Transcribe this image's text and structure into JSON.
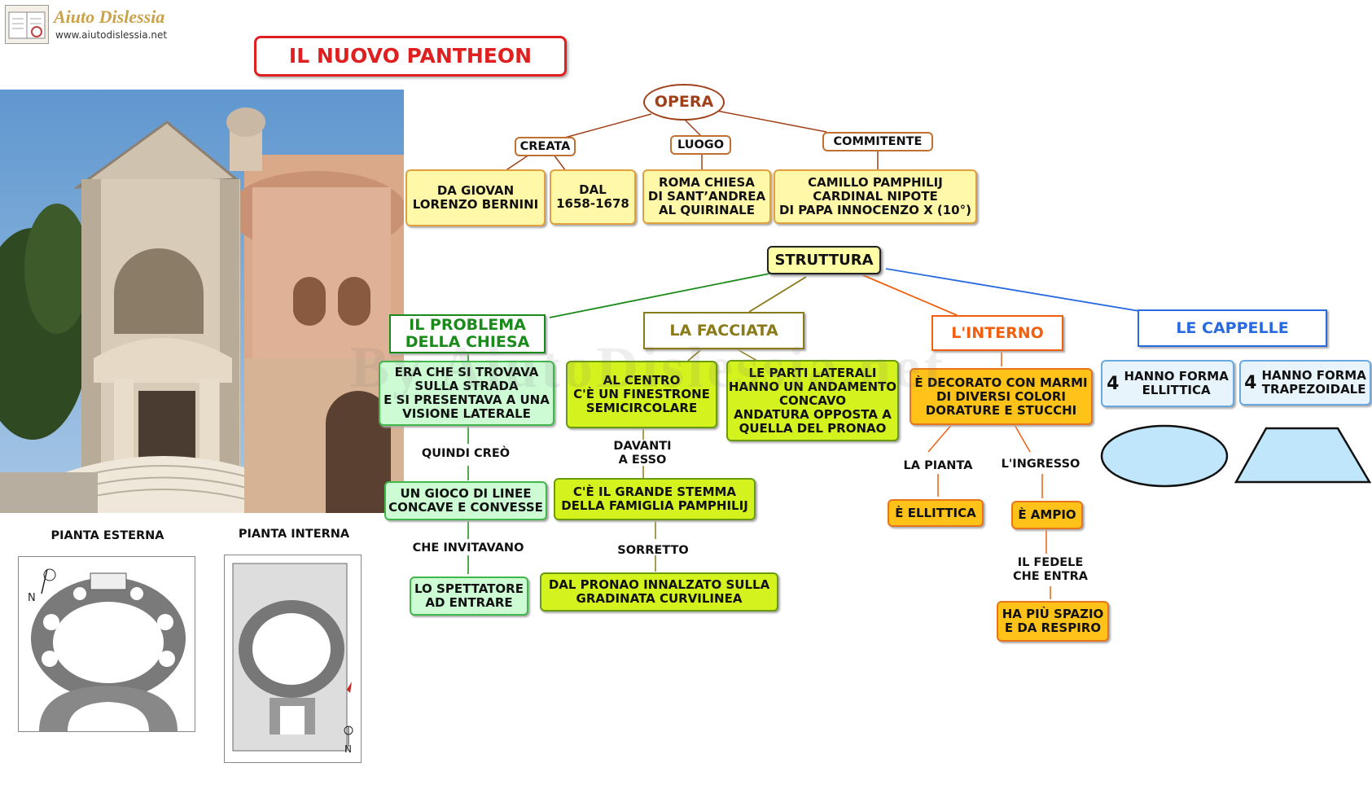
{
  "logo": {
    "name": "Aiuto Dislessia",
    "url": "www.aiutodislessia.net"
  },
  "title": "IL NUOVO PANTHEON",
  "watermark": "By AiutoDislessia.net",
  "plans": {
    "external_label": "PIANTA ESTERNA",
    "internal_label": "PIANTA INTERNA",
    "north": "N"
  },
  "opera": {
    "label": "OPERA",
    "creata": {
      "label": "CREATA",
      "author": "DA GIOVAN\nLORENZO BERNINI",
      "date": "DAL\n1658-1678"
    },
    "luogo": {
      "label": "LUOGO",
      "value": "ROMA CHIESA\nDI SANT’ANDREA\nAL QUIRINALE"
    },
    "committente": {
      "label": "COMMITENTE",
      "value": "CAMILLO PAMPHILIJ\nCARDINAL NIPOTE\nDI PAPA INNOCENZO X (10°)"
    }
  },
  "struttura": {
    "label": "STRUTTURA",
    "problema": {
      "title": "IL PROBLEMA\nDELLA CHIESA",
      "text1": "ERA CHE SI TROVAVA\nSULLA STRADA\nE SI PRESENTAVA A UNA\nVISIONE LATERALE",
      "link1": "QUINDI CREÒ",
      "text2": "UN GIOCO DI LINEE\nCONCAVE E CONVESSE",
      "link2": "CHE INVITAVANO",
      "text3": "LO SPETTATORE\nAD ENTRARE"
    },
    "facciata": {
      "title": "LA FACCIATA",
      "center": "AL CENTRO\nC'È UN FINESTRONE\nSEMICIRCOLARE",
      "sides": "LE PARTI LATERALI\nHANNO UN ANDAMENTO\nCONCAVO\nANDATURA OPPOSTA A\nQUELLA DEL PRONAO",
      "link1": "DAVANTI\nA  ESSO",
      "stemma": "C'È IL GRANDE STEMMA\nDELLA FAMIGLIA PAMPHILIJ",
      "link2": "SORRETTO",
      "pronao": "DAL  PRONAO  INNALZATO  SULLA\nGRADINATA CURVILINEA"
    },
    "interno": {
      "title": "L'INTERNO",
      "text": "È DECORATO CON MARMI\nDI DIVERSI COLORI\nDORATURE E STUCCHI",
      "pianta_label": "LA PIANTA",
      "pianta_value": "È ELLITTICA",
      "ingresso_label": "L'INGRESSO",
      "ingresso_value": "È AMPIO",
      "fedele_label": "IL FEDELE\nCHE ENTRA",
      "fedele_value": "HA PIÙ SPAZIO\nE DA RESPIRO"
    },
    "cappelle": {
      "title": "LE CAPPELLE",
      "ellittica_num": "4",
      "ellittica_text": "HANNO FORMA\nELLITTICA",
      "trapezoidale_num": "4",
      "trapezoidale_text": "HANNO FORMA\nTRAPEZOIDALE"
    }
  },
  "colors": {
    "title_red": "#e02020",
    "opera_brown": "#a0401a",
    "green": "#1a8a1a",
    "olive": "#8a7a18",
    "orange": "#f06010",
    "blue": "#2a6ae0",
    "shape_fill": "#bfe6fb"
  }
}
